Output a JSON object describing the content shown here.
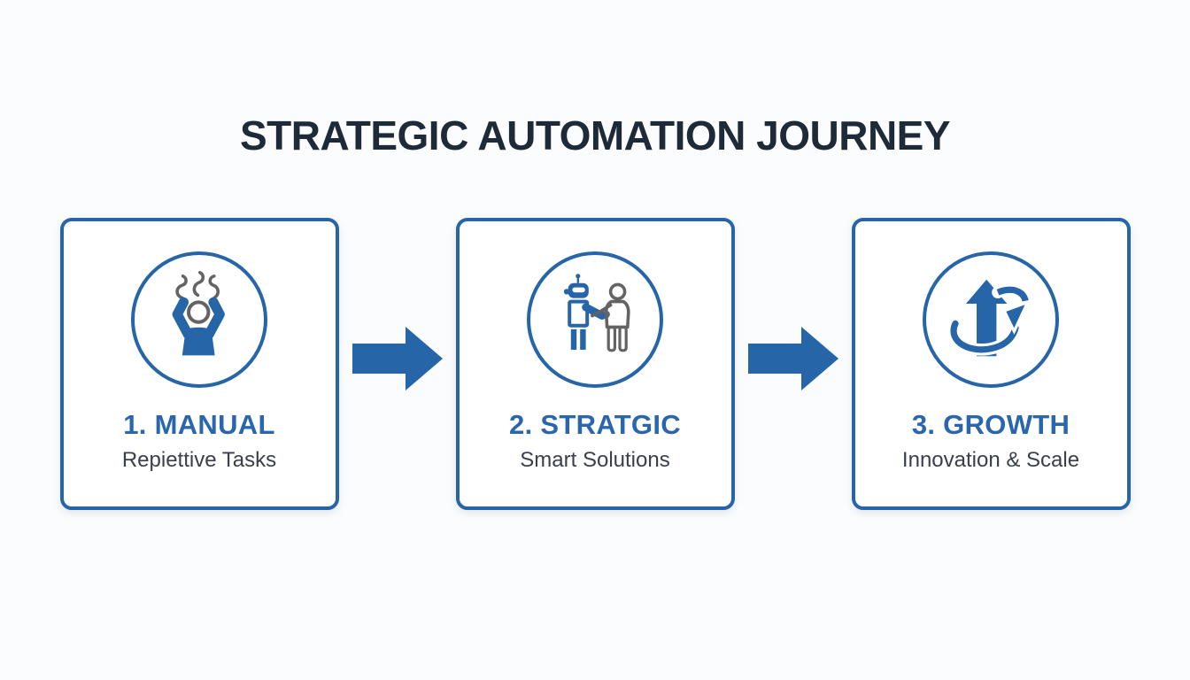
{
  "title": "STRATEGIC AUTOMATION JOURNEY",
  "colors": {
    "accent_blue": "#2565a8",
    "heading_blue": "#2a66ad",
    "title_navy": "#1f2a38",
    "subtitle_gray": "#39404c",
    "icon_gray": "#636363",
    "background": "#fbfcfd"
  },
  "steps": [
    {
      "heading": "1. MANUAL",
      "subtitle": "Repiettive Tasks",
      "icon": "frustrated-person-icon"
    },
    {
      "heading": "2. STRATGIC",
      "subtitle": "Smart Solutions",
      "icon": "robot-human-handshake-icon"
    },
    {
      "heading": "3. GROWTH",
      "subtitle": "Innovation & Scale",
      "icon": "growth-arrow-icon"
    }
  ],
  "connectors": [
    {
      "icon": "right-arrow-icon"
    },
    {
      "icon": "right-arrow-icon"
    }
  ]
}
